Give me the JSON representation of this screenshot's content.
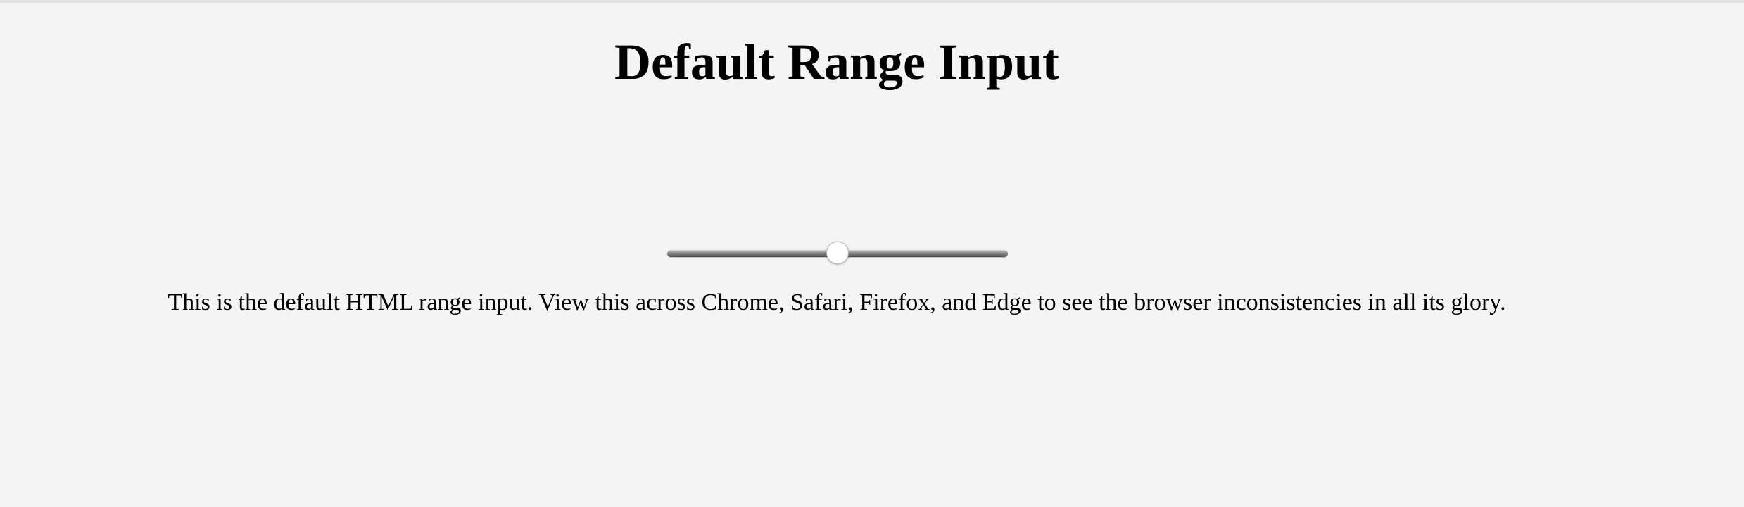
{
  "page": {
    "title": "Default Range Input",
    "description": "This is the default HTML range input. View this across Chrome, Safari, Firefox, and Edge to see the browser inconsistencies in all its glory."
  },
  "range": {
    "value_fraction": 0.5
  },
  "colors": {
    "background": "#f4f4f4",
    "text": "#000000",
    "thumb": "#ffffff"
  }
}
